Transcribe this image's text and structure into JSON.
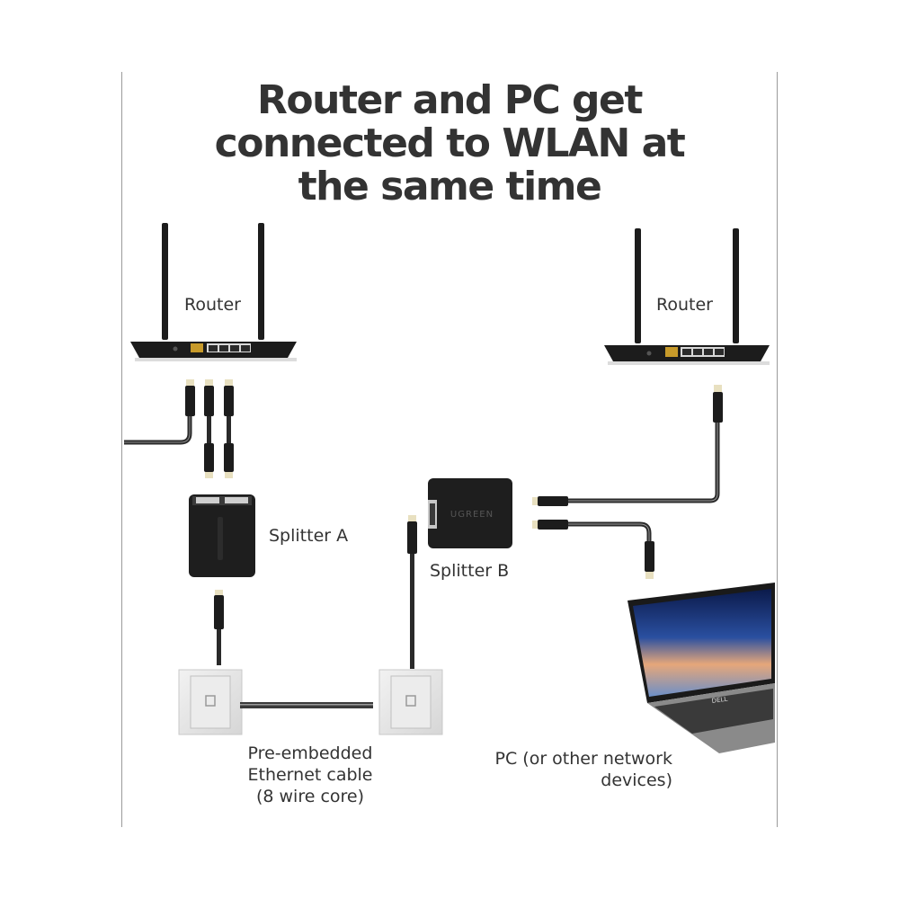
{
  "title": {
    "line1": "Router and PC get",
    "line2": "connected to WLAN at",
    "line3": "the same time"
  },
  "labels": {
    "router_left": "Router",
    "router_right": "Router",
    "splitter_a": "Splitter A",
    "splitter_b": "Splitter B",
    "cable": {
      "line1": "Pre-embedded",
      "line2": "Ethernet cable",
      "line3": "(8 wire core)"
    },
    "pc": {
      "line1": "PC (or other network",
      "line2": "devices)"
    },
    "splitter_b_brand": "UGREEN",
    "laptop_brand": "DELL"
  },
  "colors": {
    "text": "#333333",
    "device": "#1c1c1c",
    "wan_port": "#c79a2a",
    "cable": "#2a2a2a",
    "wall_plate": "#e4e4e4"
  }
}
